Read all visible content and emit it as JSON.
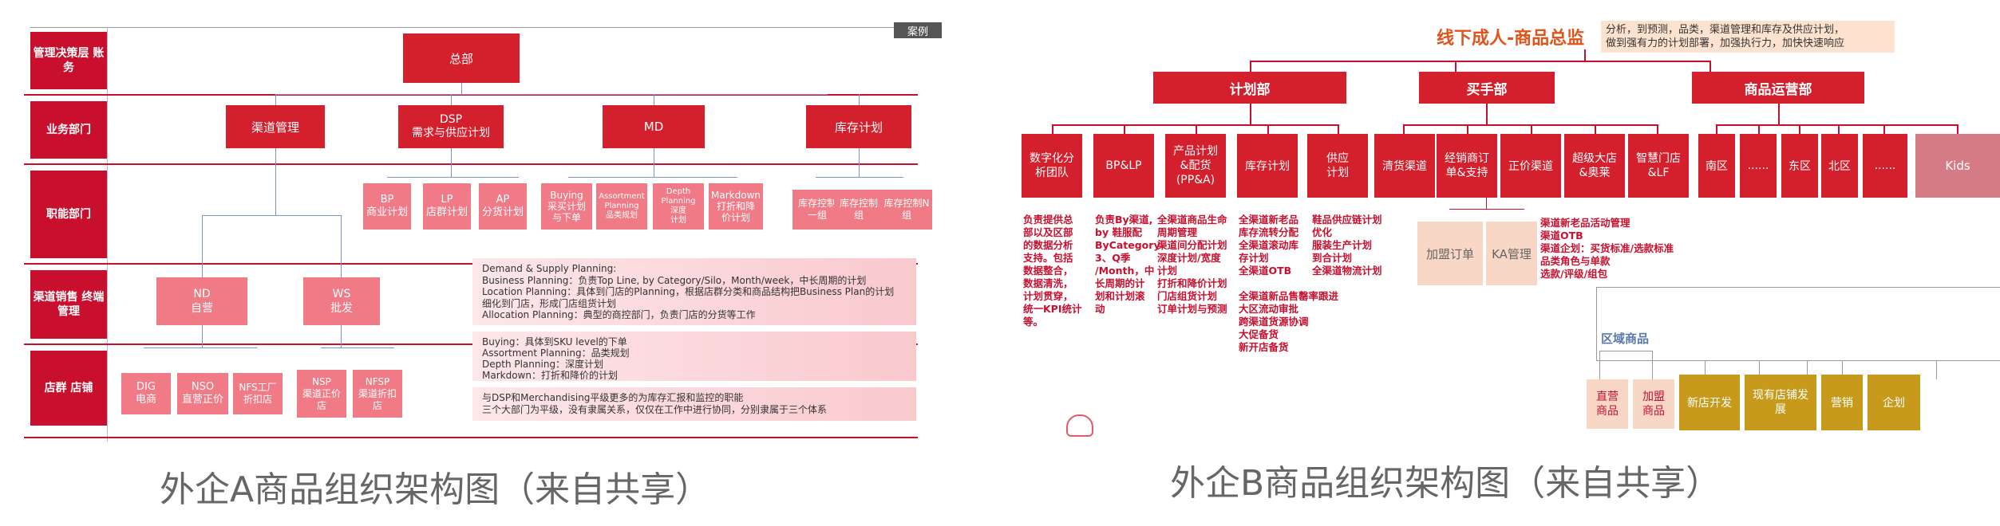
{
  "left": {
    "case_tag": "案例",
    "row_labels": [
      "管理决策层\n账务",
      "业务部门",
      "职能部门",
      "渠道销售\n终端管理",
      "店群\n店铺"
    ],
    "hq": "总部",
    "biz": [
      "渠道管理",
      "DSP\n需求与供应计划",
      "MD",
      "库存计划"
    ],
    "func_dsp": [
      "BP\n商业计划",
      "LP\n店群计划",
      "AP\n分货计划"
    ],
    "func_md": [
      "Buying\n采买计划\n与下单",
      "Assortment\nPlanning\n品类规划",
      "Depth\nPlanning\n深度\n计划",
      "Markdown\n打折和降\n价计划"
    ],
    "func_inv": [
      "库存控制\n一组",
      "库存控制\n组",
      "库存控制N\n组"
    ],
    "channel": [
      "ND\n自营",
      "WS\n批发"
    ],
    "stores": [
      "DIG\n电商",
      "NSO\n直营正价",
      "NFS工厂\n折扣店",
      "NSP\n渠道正价\n店",
      "NFSP\n渠道折扣\n店"
    ],
    "panel1": "Demand & Supply Planning:\nBusiness Planning：负责Top Line, by Category/Silo，Month/week，中长周期的计划\nLocation Planning：具体到门店的Planning，根据店群分类和商品结构把Business Plan的计划\n细化到门店，形成门店组货计划\nAllocation Planning：典型的商控部门，负责门店的分货等工作",
    "panel2": "Buying：具体到SKU level的下单\nAssortment Planning：品类规划\nDepth Planning：深度计划\nMarkdown：打折和降价的计划",
    "panel3": "与DSP和Merchandising平级更多的为库存汇报和监控的职能\n三个大部门为平级，没有隶属关系，仅仅在工作中进行协同，分别隶属于三个体系",
    "caption": "外企A商品组织架构图（来自共享）"
  },
  "right": {
    "title": "线下成人-商品总监",
    "title_note": "分析，到预测，品类，渠道管理和库存及供应计划，\n做到强有力的计划部署，加强执行力，加快快速响应",
    "depts": [
      "计划部",
      "买手部",
      "商品运营部"
    ],
    "plan_subs": [
      "数字化分\n析团队",
      "BP&LP",
      "产品计划\n&配货\n(PP&A)",
      "库存计划",
      "供应\n计划"
    ],
    "buyer_subs": [
      "清货渠道",
      "经销商订\n单&支持",
      "正价渠道",
      "超级大店\n&奥莱",
      "智慧门店\n&LF"
    ],
    "ops_subs": [
      "南区",
      "......",
      "东区",
      "北区",
      "......",
      "Kids"
    ],
    "desc_plan": [
      "负责提供总\n部以及区部\n的数据分析\n支持。包括\n数据整合，\n数据清洗，\n计划贯穿，\n统一KPI统计\n等。",
      "负责By渠道,\nby 鞋服配\nByCategory\n3、Q季\n/Month，中\n长周期的计\n划和计划滚\n动",
      "全渠道商品生命\n周期管理\n渠道间分配计划\n深度计划/宽度\n计划\n打折和降价计划\n门店组货计划\n订单计划与预测",
      "全渠道新老品\n库存流转分配\n全渠道滚动库\n存计划\n全渠道OTB\n\n全渠道新品售罄率跟进\n大区流动审批\n跨渠道货源协调\n大促备货\n新开店备货",
      "鞋品供应链计划\n优化\n服装生产计划\n到合计划\n全渠道物流计划"
    ],
    "buyer_children": [
      "加盟订单",
      "KA管理"
    ],
    "desc_buyer": "渠道新老品活动管理\n渠道OTB\n渠道企划：买货标准/选款标准\n品类角色与单款\n选款/评级/组包",
    "region_label": "区域商品",
    "region_boxes": [
      "直营\n商品",
      "加盟\n商品"
    ],
    "gold_boxes": [
      "新店开发",
      "现有店铺发\n展",
      "营销",
      "企划"
    ],
    "caption": "外企B商品组织架构图（来自共享）"
  }
}
